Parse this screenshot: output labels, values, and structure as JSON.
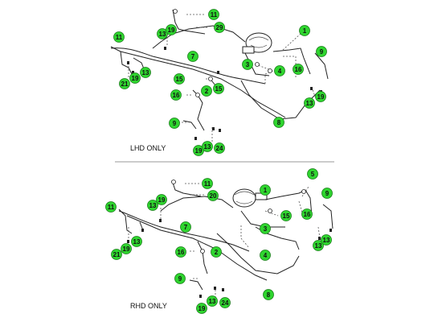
{
  "figure": {
    "lhd_label": "LHD ONLY",
    "rhd_label": "RHD ONLY",
    "colors": {
      "callout_fill": "#2fd52f",
      "callout_stroke": "#1a7d1a",
      "line": "#222222",
      "divider": "#9a9a9a"
    }
  },
  "lhd_callouts": [
    "11",
    "29",
    "13",
    "19",
    "7",
    "11",
    "1",
    "9",
    "3",
    "4",
    "16",
    "13",
    "19",
    "21",
    "19",
    "13",
    "15",
    "15",
    "2",
    "16",
    "8",
    "9",
    "19",
    "13",
    "24"
  ],
  "rhd_callouts": [
    "11",
    "20",
    "19",
    "13",
    "1",
    "5",
    "9",
    "11",
    "15",
    "16",
    "7",
    "3",
    "13",
    "21",
    "19",
    "13",
    "16",
    "2",
    "4",
    "13",
    "9",
    "8",
    "19",
    "13",
    "24"
  ]
}
